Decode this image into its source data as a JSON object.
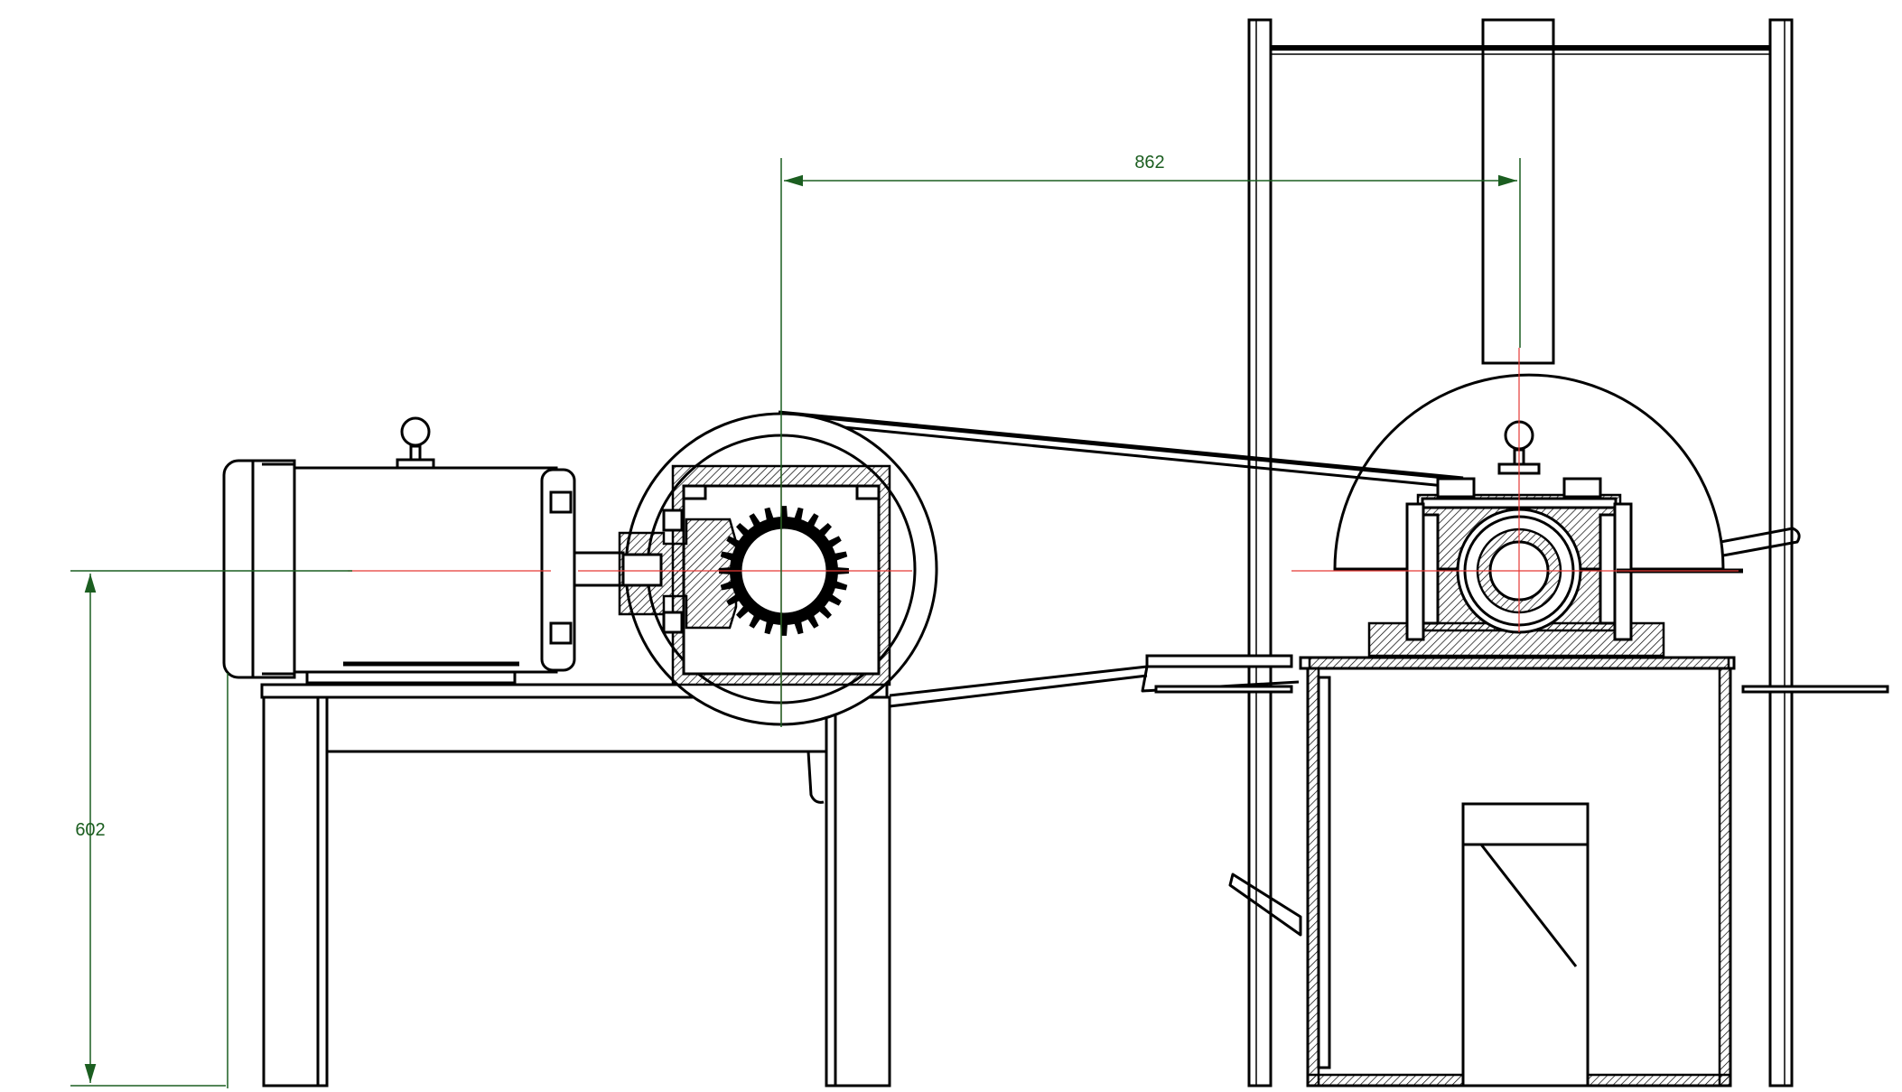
{
  "drawing": {
    "dimensions": [
      {
        "id": "center-distance",
        "value": "862"
      },
      {
        "id": "shaft-height",
        "value": "602"
      }
    ],
    "colors": {
      "dimension": "#1b5e20",
      "centerline": "#e53935",
      "outline": "#000000",
      "background": "#ffffff"
    }
  }
}
